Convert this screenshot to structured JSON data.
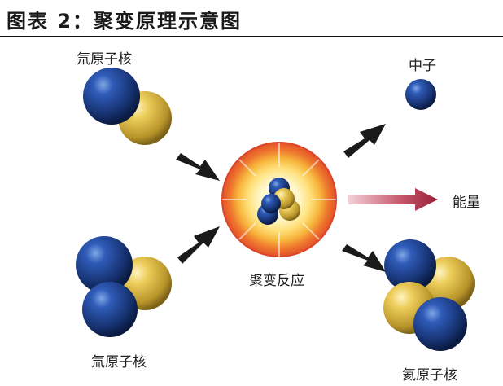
{
  "title": "图表 2：聚变原理示意图",
  "labels": {
    "deuterium": "氘原子核",
    "tritium": "氚原子核",
    "neutron": "中子",
    "energy": "能量",
    "fusion_reaction": "聚变反应",
    "helium": "氦原子核"
  },
  "colors": {
    "proton_blue": "#1e3f8c",
    "neutron_gold": "#e6c14e",
    "arrow_dark": "#1a1a1a",
    "energy_arrow": "#a0203a",
    "burst_outer": "#e8552a",
    "burst_inner": "#fff6c8"
  }
}
